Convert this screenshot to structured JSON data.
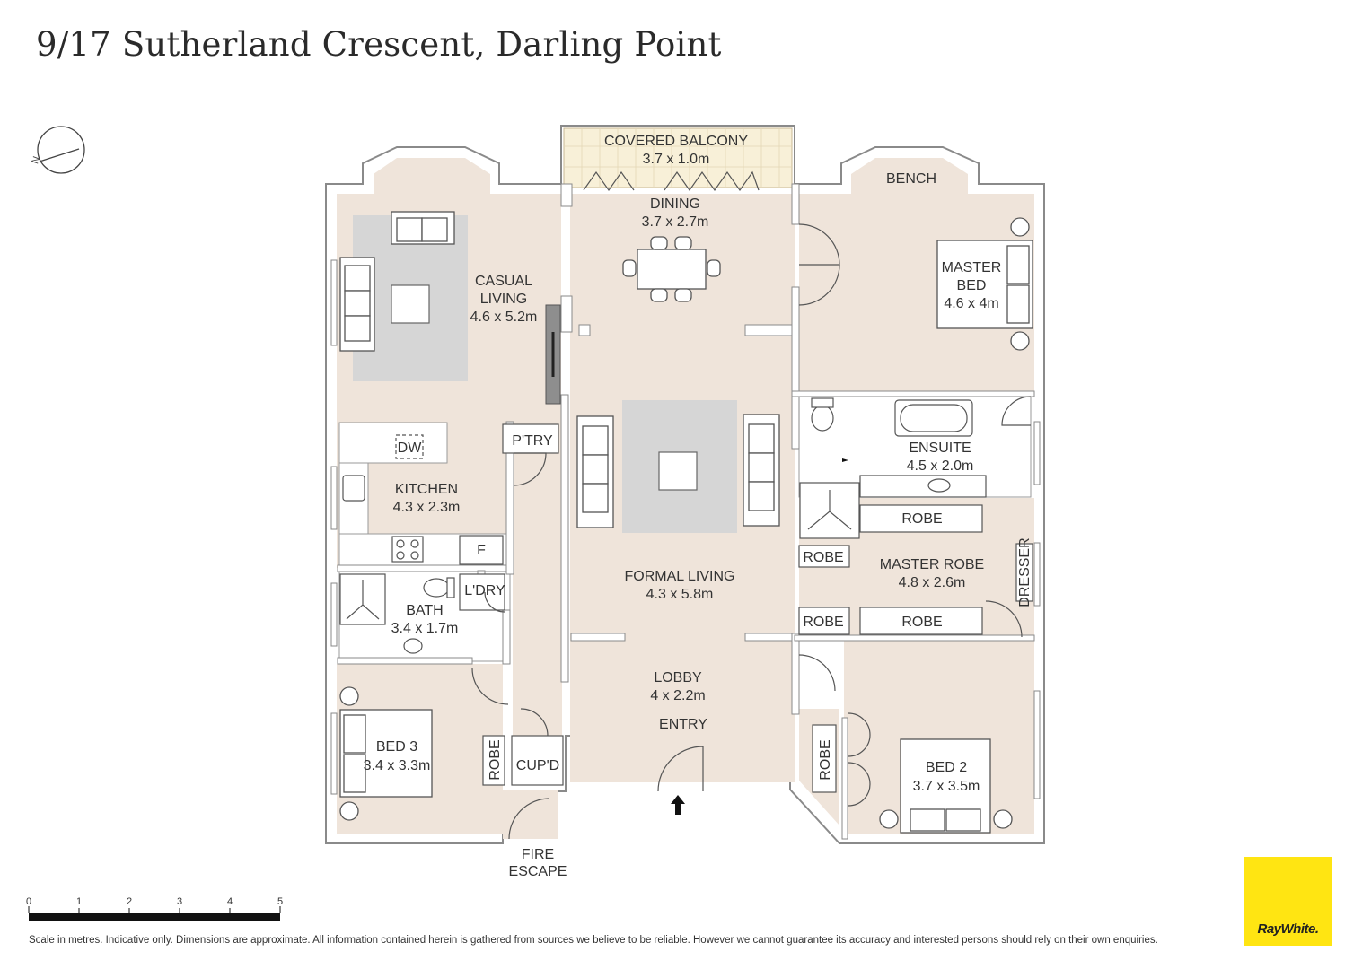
{
  "title": "9/17 Sutherland Crescent, Darling Point",
  "compass": {
    "label": "N"
  },
  "rooms": {
    "covered_balcony": {
      "name": "COVERED BALCONY",
      "size": "3.7 x 1.0m"
    },
    "bench": "BENCH",
    "dining": {
      "name": "DINING",
      "size": "3.7 x 2.7m"
    },
    "casual_living": {
      "name1": "CASUAL",
      "name2": "LIVING",
      "size": "4.6 x 5.2m"
    },
    "master_bed": {
      "name1": "MASTER",
      "name2": "BED",
      "size": "4.6 x 4m"
    },
    "ensuite": {
      "name": "ENSUITE",
      "size": "4.5 x 2.0m"
    },
    "pantry": "P'TRY",
    "dishwasher": "DW",
    "kitchen": {
      "name": "KITCHEN",
      "size": "4.3 x 2.3m"
    },
    "fridge": "F",
    "formal_living": {
      "name": "FORMAL LIVING",
      "size": "4.3 x 5.8m"
    },
    "robe_ensuite": "ROBE",
    "master_robe": {
      "name": "MASTER ROBE",
      "size": "4.8 x 2.6m"
    },
    "robe_left_upper": "ROBE",
    "robe_left_lower": "ROBE",
    "robe_lower": "ROBE",
    "dresser": "DRESSER",
    "laundry": "L'DRY",
    "bath": {
      "name": "BATH",
      "size": "3.4 x 1.7m"
    },
    "lobby": {
      "name": "LOBBY",
      "size": "4 x 2.2m"
    },
    "entry": "ENTRY",
    "bed3": {
      "name": "BED 3",
      "size": "3.4 x 3.3m"
    },
    "robe_bed3": "ROBE",
    "cupboard": "CUP'D",
    "robe_bed2": "ROBE",
    "bed2": {
      "name": "BED 2",
      "size": "3.7 x 3.5m"
    },
    "fire_escape": {
      "line1": "FIRE",
      "line2": "ESCAPE"
    }
  },
  "scale": {
    "ticks": [
      "0",
      "1",
      "2",
      "3",
      "4",
      "5"
    ]
  },
  "disclaimer": "Scale in metres. Indicative only. Dimensions are approximate. All information contained herein is gathered from sources we believe to be reliable. However we cannot guarantee its accuracy and interested persons should rely on their own enquiries.",
  "logo": {
    "text": "RayWhite."
  },
  "colors": {
    "floor": "#efe4da",
    "wall": "#ffffff",
    "wall_edge": "#7a7a7a",
    "rug": "#d4d4d4",
    "balcony": "#f8f0d8",
    "wet": "#ffffff",
    "logo_bg": "#ffe512"
  }
}
